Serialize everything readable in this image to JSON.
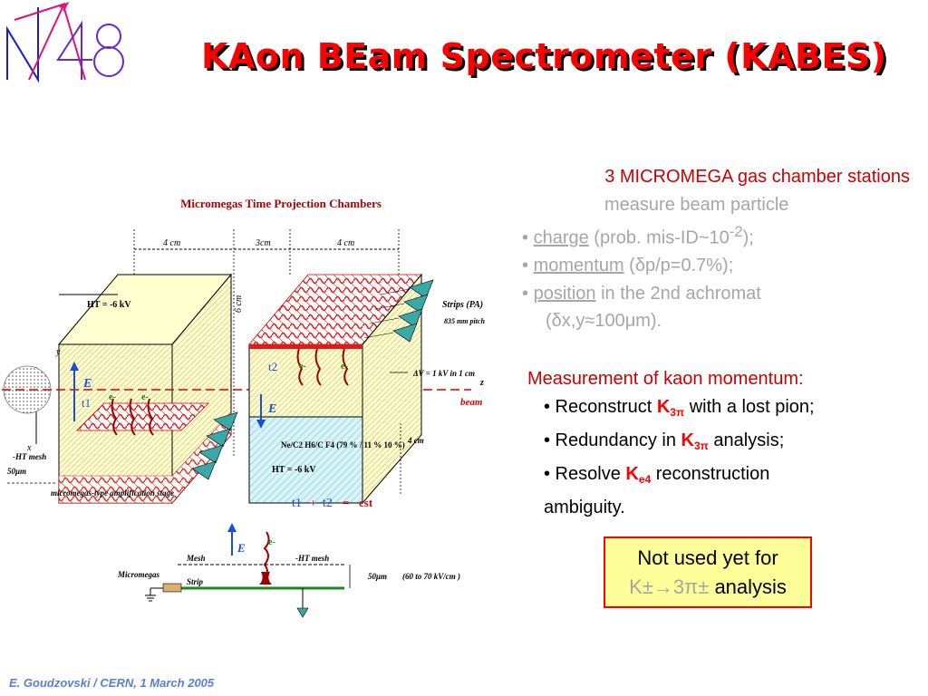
{
  "title": "KAon BEam Spectrometer (KABES)",
  "logo": {
    "text": "NA48",
    "colors": {
      "n": "#1a1ad8",
      "a": "#e0117f",
      "digits": "#6a28c8"
    }
  },
  "figure": {
    "title": "Micromegas Time Projection Chambers",
    "dim_4cm_left": "4 cm",
    "dim_3cm": "3cm",
    "dim_4cm_right": "4 cm",
    "dim_6cm": "6 cm",
    "dim_4cm_small": "4 cm",
    "ht_top": "HT = -6 kV",
    "ht_bottom": "HT = -6 kV",
    "strips": "Strips (PA)",
    "pitch": "835 mm pitch",
    "delta_v": "ΔV = 1 kV in 1 cm",
    "beam": "beam",
    "z_axis": "z",
    "y_axis": "y",
    "x_axis": "x",
    "gas": "Ne/C2 H6/C F4 (79 % / 11 % 10 %)",
    "e_field_left": "E",
    "e_field_right": "E",
    "t1_label": "t1",
    "t2_label": "t2",
    "electron": "e-",
    "ht_mesh": "-HT mesh",
    "um50": "50μm",
    "amp_stage": "micromegas-type amplification stage",
    "sum_t1": "t1",
    "sum_plus": "+",
    "sum_t2": "t2",
    "sum_eq": "=",
    "sum_cst": "cst",
    "mesh": "Mesh",
    "ht_mesh_lower": "-HT mesh",
    "micromegas": "Micromegas",
    "strip": "Strip",
    "gap": "50μm",
    "gap_field": "(60 to 70 kV/cm )",
    "lower_e": "E",
    "lower_electron": "e-"
  },
  "stations": {
    "head": "3 MICROMEGA gas chamber stations",
    "sub": "measure beam particle",
    "items": [
      {
        "bullet": "•",
        "key": "charge",
        "rest": " (prob. mis-ID~10",
        "sup": "-2",
        "tail": ");"
      },
      {
        "bullet": "•",
        "key": "momentum",
        "rest": " (δp/p=0.7%);"
      },
      {
        "bullet": "•",
        "key": "position",
        "rest": " in the 2nd achromat"
      }
    ],
    "cont": "(δx,y≈100μm)."
  },
  "momentum": {
    "head": "Measurement of kaon momentum:",
    "items": [
      {
        "pre": "• Reconstruct ",
        "k": "K",
        "ksub": "3π",
        "post": " with a lost pion;"
      },
      {
        "pre": "• Redundancy in ",
        "k": "K",
        "ksub": "3π",
        "post": " analysis;"
      },
      {
        "pre": "• Resolve ",
        "k": "K",
        "ksub": "e4",
        "post": " reconstruction"
      }
    ],
    "cont": "ambiguity."
  },
  "notused": {
    "line1": "Not used yet for",
    "expr": "K±→3π±",
    "tail": " analysis"
  },
  "footer": "E. Goudzovski / CERN, 1 March 2005",
  "colors": {
    "title": "#ff0000",
    "head": "#cc0000",
    "grey": "#a6a6a6",
    "box_fill": "#ffff99",
    "footer": "#5a7ed8"
  }
}
